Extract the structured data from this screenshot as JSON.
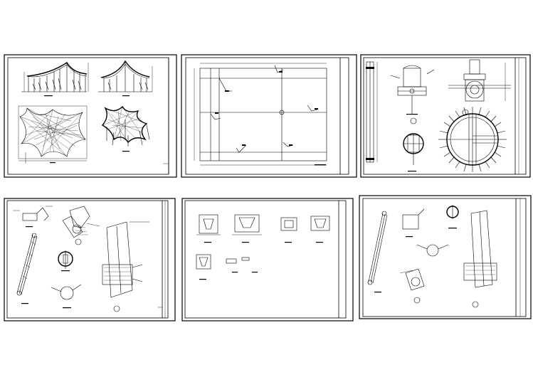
{
  "sheets": [
    {
      "id": "sheet-1",
      "content": "membrane-structure-elevations-and-plans"
    },
    {
      "id": "sheet-2",
      "content": "column-layout-plan"
    },
    {
      "id": "sheet-3",
      "content": "column-top-and-ring-details"
    },
    {
      "id": "sheet-4",
      "content": "mast-and-connection-details"
    },
    {
      "id": "sheet-5",
      "content": "plate-details"
    },
    {
      "id": "sheet-6",
      "content": "mast-and-connection-details-copy"
    }
  ],
  "icons": [
    "circle-number-1-icon",
    "circle-number-2-icon",
    "circle-number-3-icon"
  ]
}
